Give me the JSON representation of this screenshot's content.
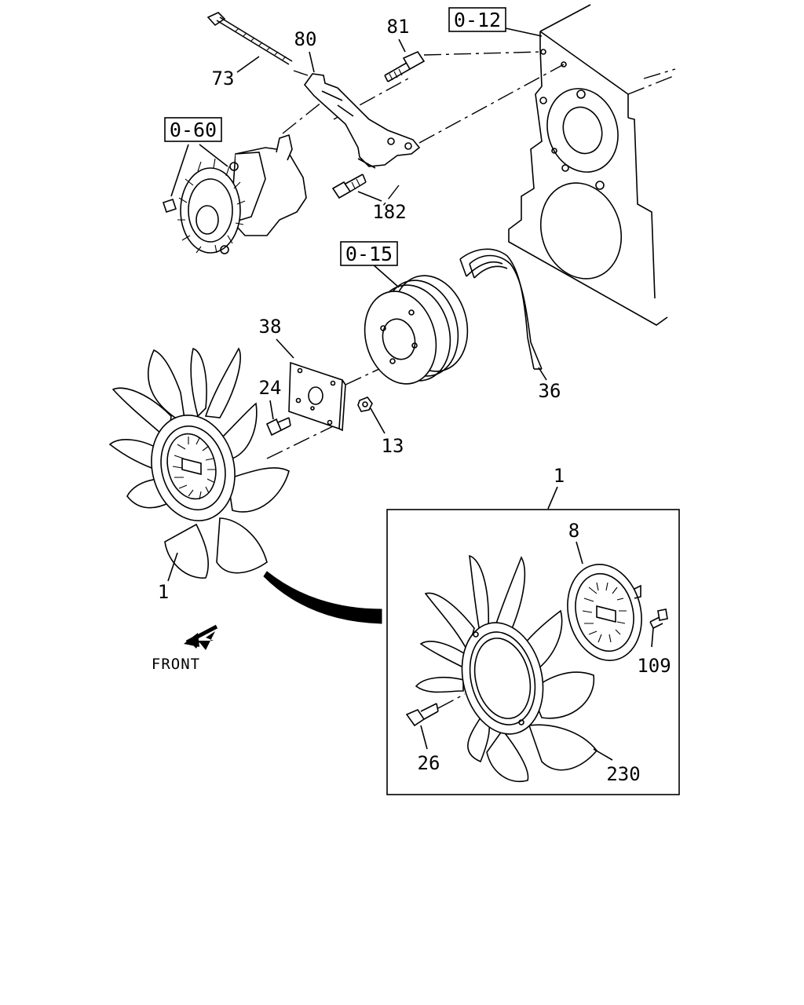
{
  "callouts": {
    "c73": "73",
    "c80": "80",
    "c81": "81",
    "c182": "182",
    "c38": "38",
    "c24": "24",
    "c13": "13",
    "c36": "36",
    "c1_main": "1",
    "c1_inset": "1",
    "c8": "8",
    "c109": "109",
    "c26": "26",
    "c230": "230"
  },
  "ref_boxes": {
    "r012": "0-12",
    "r060": "0-60",
    "r015": "0-15"
  },
  "direction": {
    "front": "FRONT",
    "icon": "arrow-down-left-icon"
  }
}
